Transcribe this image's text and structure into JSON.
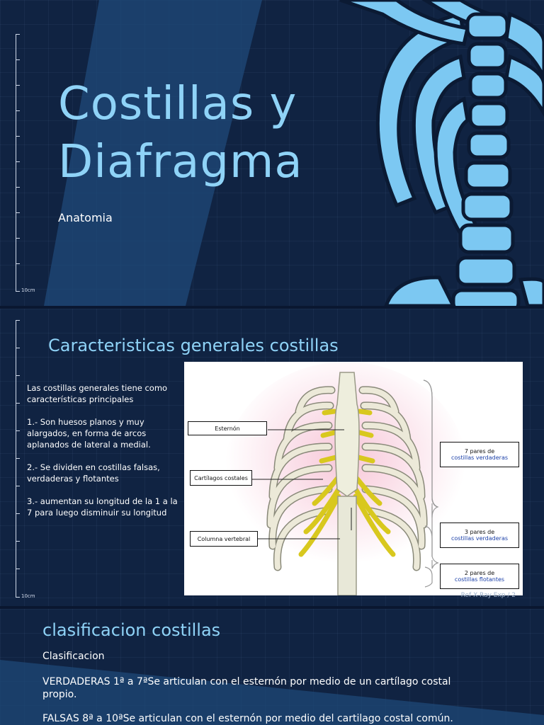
{
  "slide1": {
    "title_line1": "Costillas y",
    "title_line2": "Diafragma",
    "subtitle": "Anatomia",
    "ruler_label": "10cm"
  },
  "slide2": {
    "heading": "Caracteristicas  generales costillas",
    "intro": "Las costillas generales tiene como características principales",
    "point1": "1.- Son huesos planos y muy alargados, en forma de arcos aplanados de lateral a medial.",
    "point2": "2.- Se dividen en costillas falsas, verdaderas y flotantes",
    "point3": "3.- aumentan su longitud de la 1 a la 7 para luego disminuir su longitud",
    "ruler_label": "10cm",
    "footer": "Ref X-Ray Exp /  2",
    "figure": {
      "label_esternon": "Esternón",
      "label_cartilagos": "Cartílagos costales",
      "label_columna": "Columna vertebral",
      "box1_line1": "7 pares  de",
      "box1_line2": "costillas verdaderas",
      "box2_line1": "3 pares  de",
      "box2_line2": "costillas verdaderas",
      "box3_line1": "2 pares  de",
      "box3_line2": "costillas flotantes"
    }
  },
  "slide3": {
    "heading": "clasificacion costillas",
    "line1": "Clasificacion",
    "line2": "VERDADERAS 1ª a 7ªSe articulan con el esternón por medio de un cartílago costal propio.",
    "line3": "FALSAS 8ª a 10ªSe articulan con el esternón por medio del cartilago costal común."
  },
  "colors": {
    "background": "#102342",
    "accent": "#8fd3f7",
    "bone": "#7cc8f2",
    "cartilage": "#e2d61a"
  }
}
